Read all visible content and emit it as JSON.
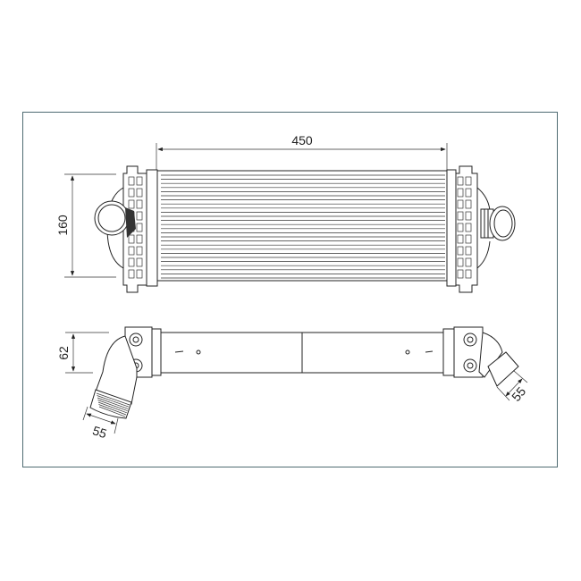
{
  "drawing": {
    "subject": "intercooler",
    "dimensions": {
      "length": "450",
      "height": "160",
      "depth": "62",
      "inlet_diameter": "55",
      "outlet_diameter": "55"
    }
  }
}
